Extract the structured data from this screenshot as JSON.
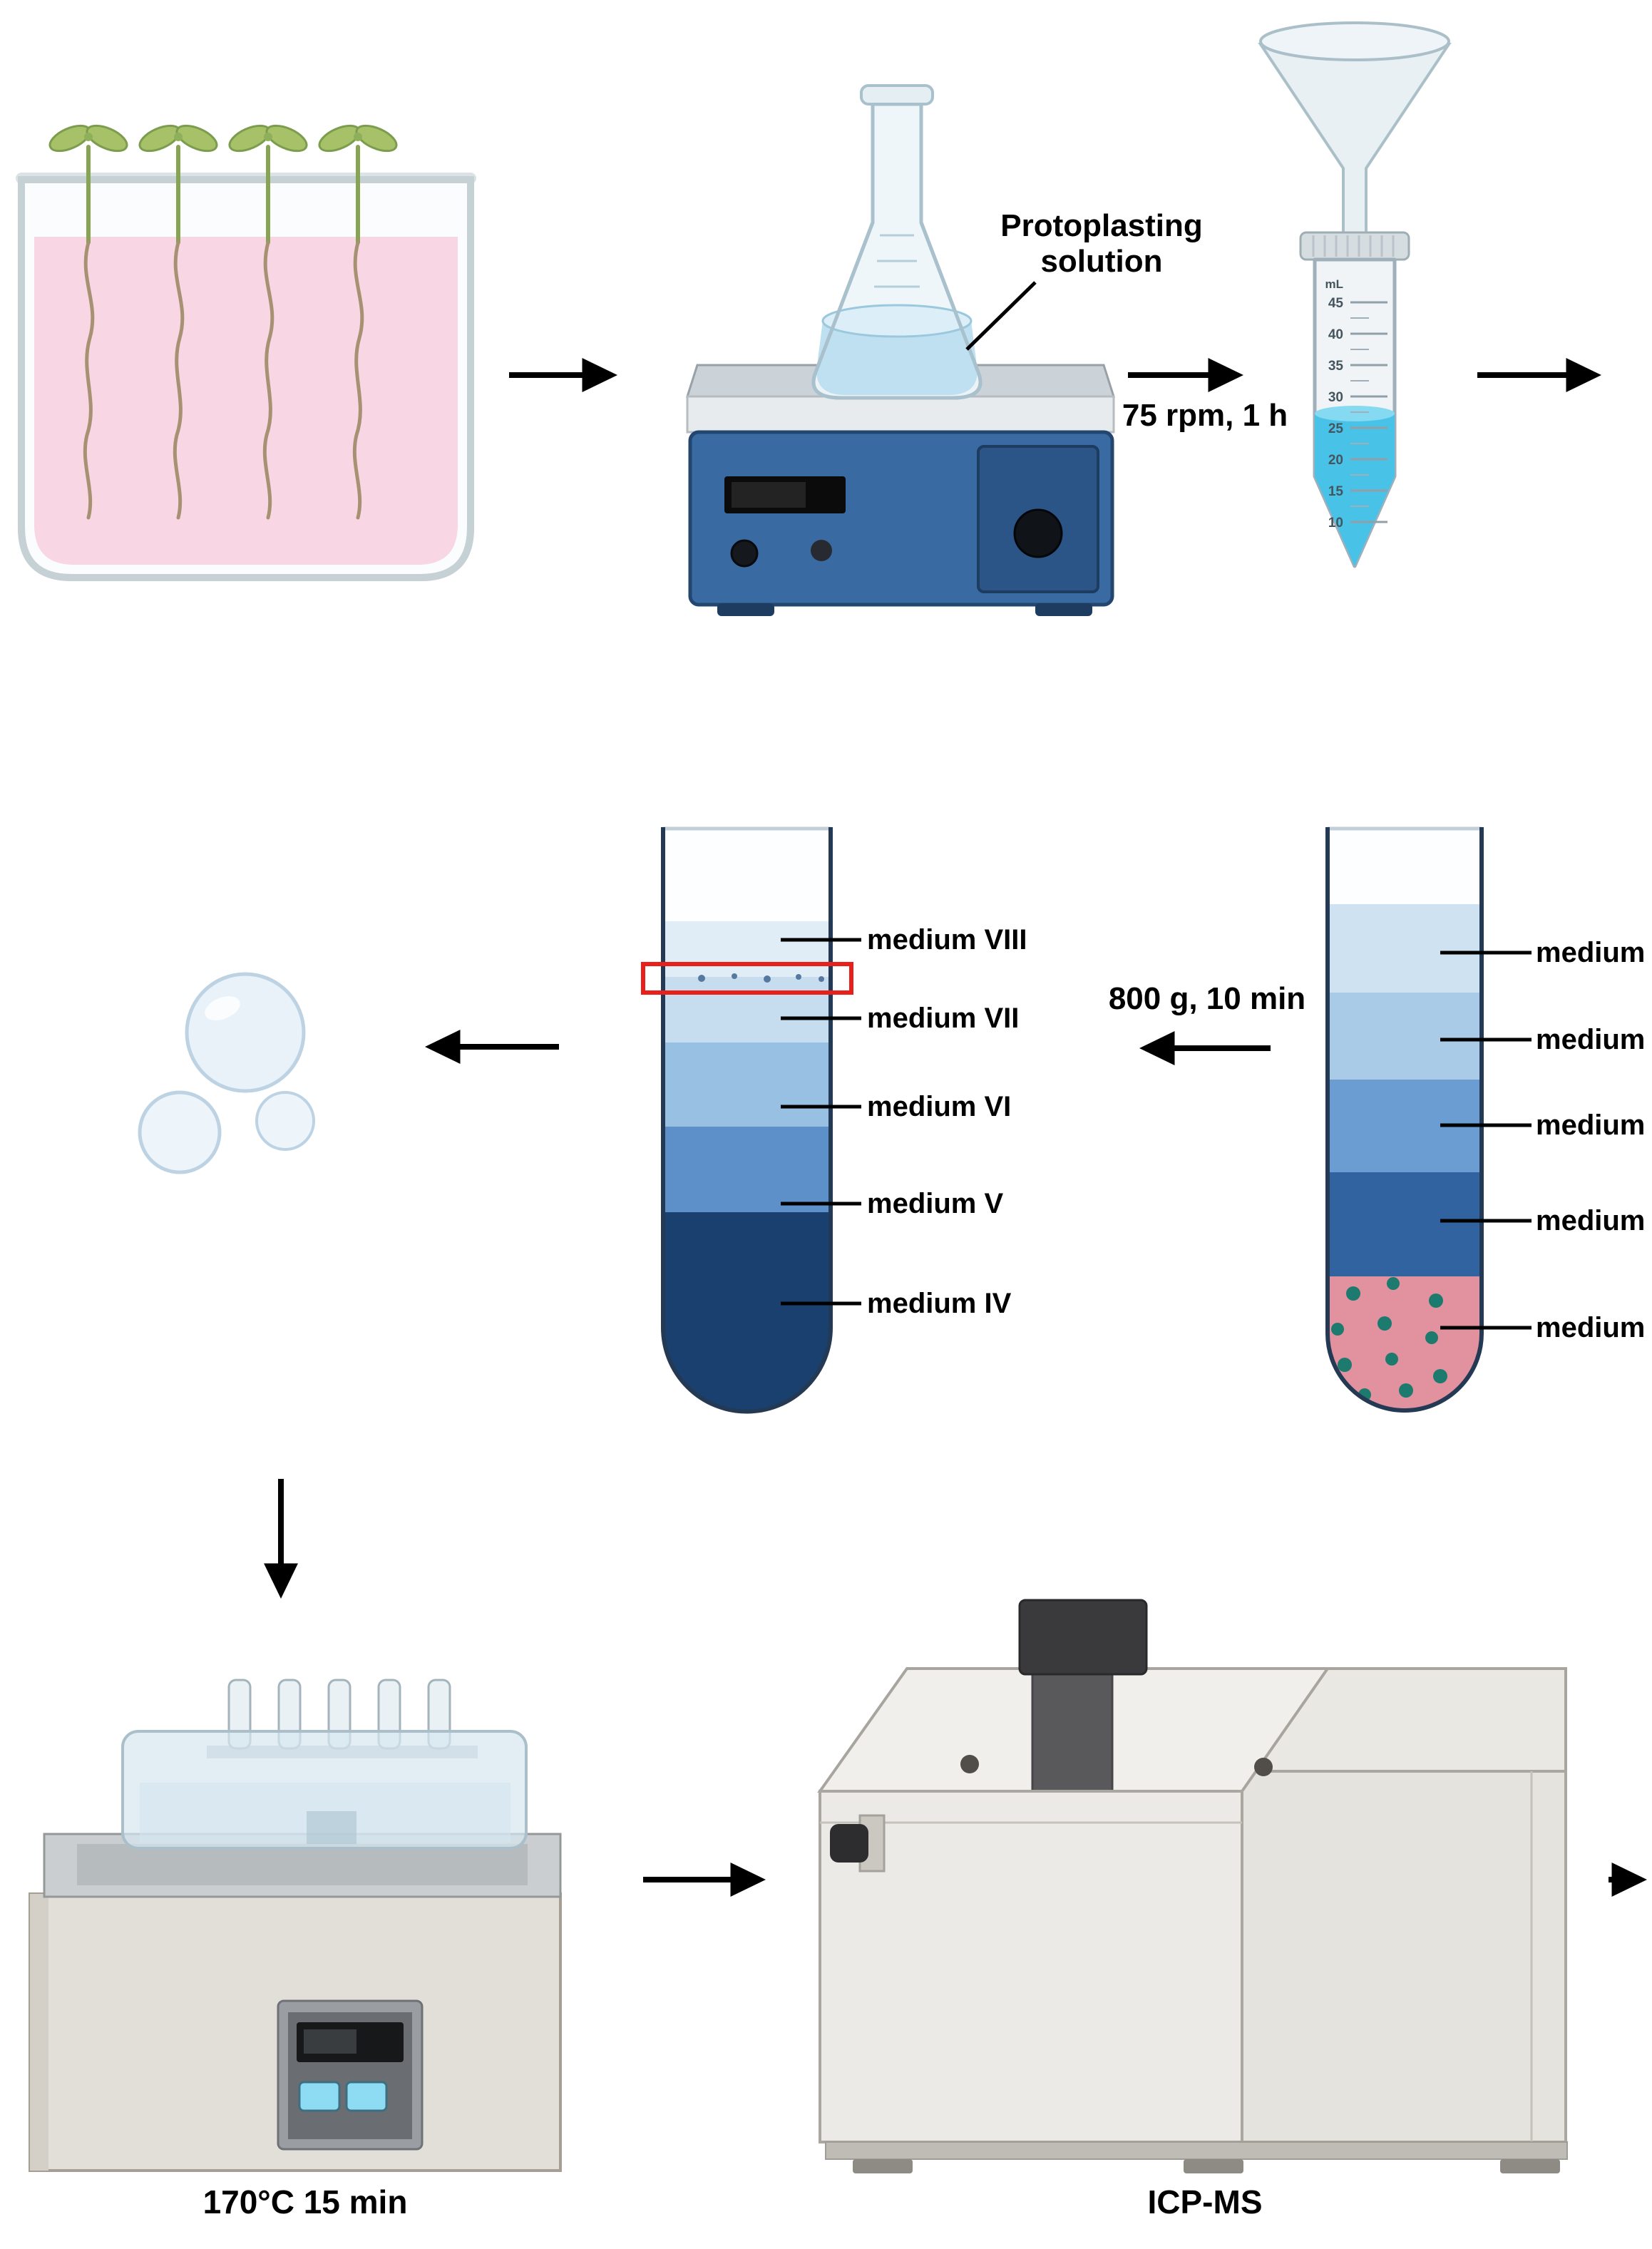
{
  "steps": {
    "protoplasting_solution": "Protoplasting solution",
    "shaking": "75 rpm, 1 h",
    "centrifugation": "800 g, 10 min",
    "digestion": "170°C 15 min",
    "analysis": "ICP-MS"
  },
  "falcon_tube": {
    "unit": "mL",
    "scale": [
      "45",
      "40",
      "35",
      "30",
      "25",
      "20",
      "15",
      "10"
    ],
    "liquid_color": "#49c2e8"
  },
  "gradient_tube_before": {
    "labels": [
      "medium",
      "medium",
      "medium",
      "medium",
      "medium"
    ],
    "layer_colors": [
      "#cfe2f2",
      "#aacbe8",
      "#6b9cd2",
      "#30639f"
    ],
    "bottom_layer_color": "#e2929e",
    "cell_dot_color": "#1d7a6e"
  },
  "gradient_tube_after": {
    "labels": [
      "medium VIII",
      "medium VII",
      "medium VI",
      "medium V",
      "medium IV"
    ],
    "layer_colors": [
      "#e0edf7",
      "#c6dcef",
      "#98c0e3",
      "#5d8fc9",
      "#1a4070"
    ],
    "highlight_box_color": "#e8201c"
  },
  "colors": {
    "arrow": "#000000",
    "growth_medium": "#f8d6e3",
    "shaker_body": "#3a6aa2"
  }
}
